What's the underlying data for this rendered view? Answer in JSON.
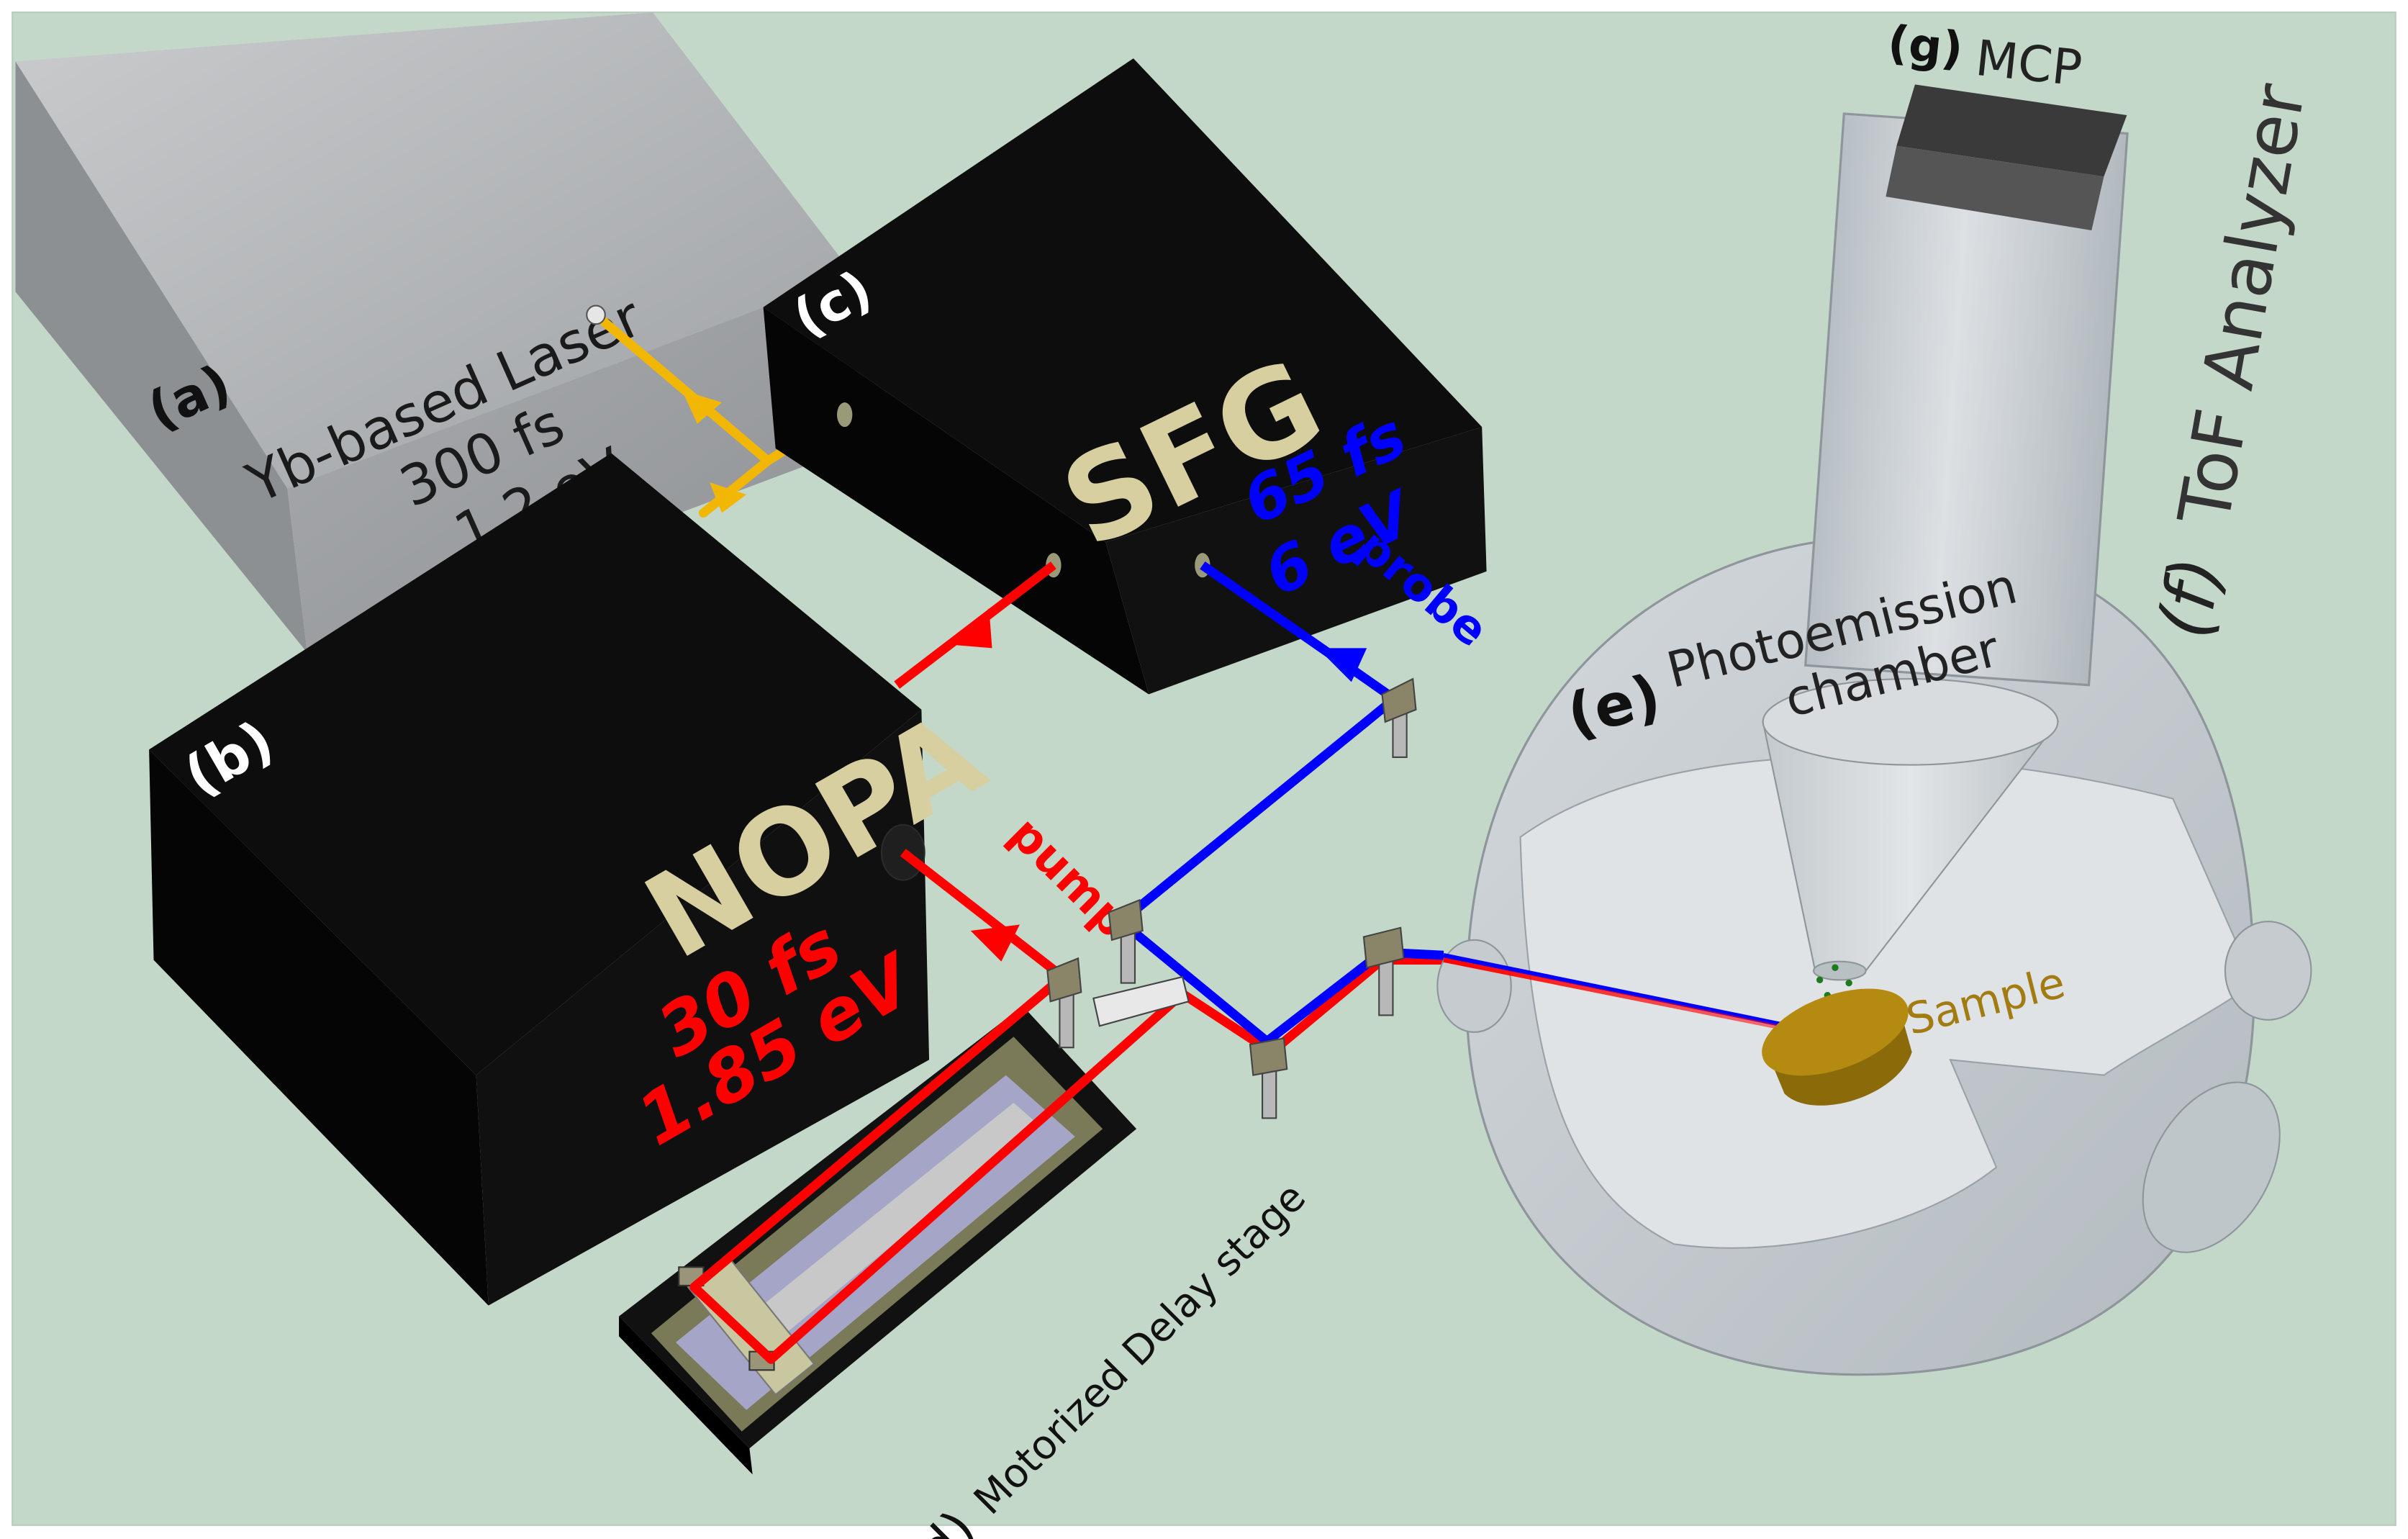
{
  "labels": {
    "laser_tag": "(a)",
    "laser_name": "Yb-based Laser",
    "laser_duration": "300 fs",
    "laser_energy": "1.2 eV",
    "nopa_tag": "(b)",
    "nopa_name": "NOPA",
    "nopa_duration": "30 fs",
    "nopa_energy": "1.85 eV",
    "sfg_tag": "(c)",
    "sfg_name": "SFG",
    "sfg_duration": "65 fs",
    "sfg_energy": "6 eV",
    "delay_tag": "(d)",
    "delay_name": "Motorized Delay stage",
    "chamber_tag": "(e)",
    "chamber_line1": "Photoemission",
    "chamber_line2": "chamber",
    "tof_tag": "(f)",
    "tof_name": "ToF Analyzer",
    "mcp_tag": "(g)",
    "mcp_name": "MCP",
    "pump": "pump",
    "probe": "probe",
    "sample": "Sample"
  },
  "colors": {
    "background": "#c4d8ca",
    "laser_beam": "#f2b705",
    "pump_beam": "#ff0000",
    "probe_beam": "#0000ff",
    "box_face": "#0c0c0c",
    "box_label": "#d7cfa0",
    "chamber": "#c9cfd3",
    "sample": "#b48a10",
    "sample_label": "#a27c10"
  }
}
